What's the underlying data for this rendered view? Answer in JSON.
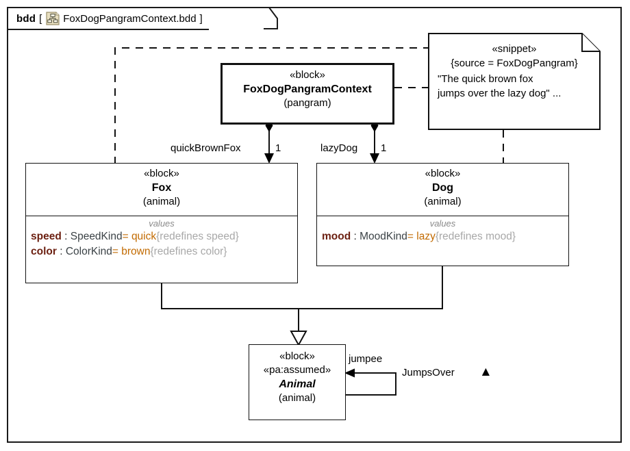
{
  "frame": {
    "kind": "bdd",
    "bracket_open": "[",
    "bracket_close": "]",
    "name": "FoxDogPangramContext.bdd",
    "icon": "block-definition-diagram-icon",
    "icon_fill": "#e8dfc0",
    "icon_stroke": "#9a8f6a"
  },
  "blocks": {
    "context": {
      "stereotype": "« block »",
      "stereotype_text": "«block»",
      "name": "FoxDogPangramContext",
      "subtitle": "(pangram)"
    },
    "fox": {
      "stereotype_text": "«block»",
      "name": "Fox",
      "subtitle": "(animal)",
      "compartment_label": "values",
      "properties": [
        {
          "name": "speed",
          "colon": " : ",
          "type": "SpeedKind",
          "eq": "= ",
          "value": "quick",
          "redefines": "{redefines speed}"
        },
        {
          "name": "color",
          "colon": " : ",
          "type": "ColorKind",
          "eq": "= ",
          "value": "brown",
          "redefines": "{redefines color}"
        }
      ]
    },
    "dog": {
      "stereotype_text": "«block»",
      "name": "Dog",
      "subtitle": "(animal)",
      "compartment_label": "values",
      "properties": [
        {
          "name": "mood",
          "colon": " : ",
          "type": "MoodKind",
          "eq": "= ",
          "value": "lazy",
          "redefines": "{redefines mood}"
        }
      ]
    },
    "animal": {
      "stereotype_text": "«block»",
      "stereotype2_text": "«pa:assumed»",
      "name": "Animal",
      "subtitle": "(animal)"
    }
  },
  "note": {
    "stereotype_text": "«snippet»",
    "property": "{source = FoxDogPangram}",
    "quote_line1": "\"The quick brown fox",
    "quote_line2": "jumps over the lazy dog\" ..."
  },
  "associations": {
    "fox_role": "quickBrownFox",
    "fox_multiplicity": "1",
    "dog_role": "lazyDog",
    "dog_multiplicity": "1",
    "self_role": "jumpee",
    "self_name": "JumpsOver",
    "self_direction_marker": "▲"
  },
  "colors": {
    "line": "#111111",
    "property_name": "#6b1f10",
    "property_type": "#3b4246",
    "property_value": "#c26a00",
    "redefines": "#a8a8a8",
    "compartment_label": "#8a8a8a"
  }
}
